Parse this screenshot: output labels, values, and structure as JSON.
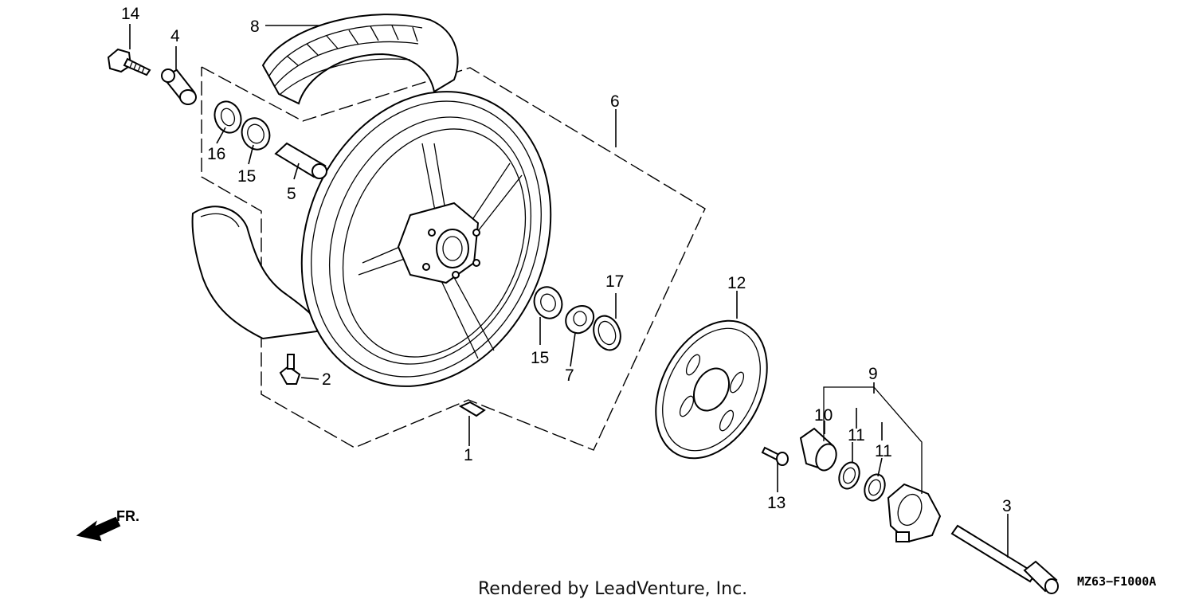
{
  "callouts": [
    {
      "id": "p14",
      "text": "14"
    },
    {
      "id": "p4",
      "text": "4"
    },
    {
      "id": "p8",
      "text": "8"
    },
    {
      "id": "p16",
      "text": "16"
    },
    {
      "id": "p15a",
      "text": "15"
    },
    {
      "id": "p5",
      "text": "5"
    },
    {
      "id": "p6",
      "text": "6"
    },
    {
      "id": "p17",
      "text": "17"
    },
    {
      "id": "p15b",
      "text": "15"
    },
    {
      "id": "p7",
      "text": "7"
    },
    {
      "id": "p2",
      "text": "2"
    },
    {
      "id": "p1",
      "text": "1"
    },
    {
      "id": "p12",
      "text": "12"
    },
    {
      "id": "p9",
      "text": "9"
    },
    {
      "id": "p10",
      "text": "10"
    },
    {
      "id": "p11a",
      "text": "11"
    },
    {
      "id": "p11b",
      "text": "11"
    },
    {
      "id": "p13",
      "text": "13"
    },
    {
      "id": "p3",
      "text": "3"
    }
  ],
  "direction_label": "FR.",
  "diagram_code": "MZ63−F1000A",
  "credit": "Rendered by LeadVenture, Inc."
}
